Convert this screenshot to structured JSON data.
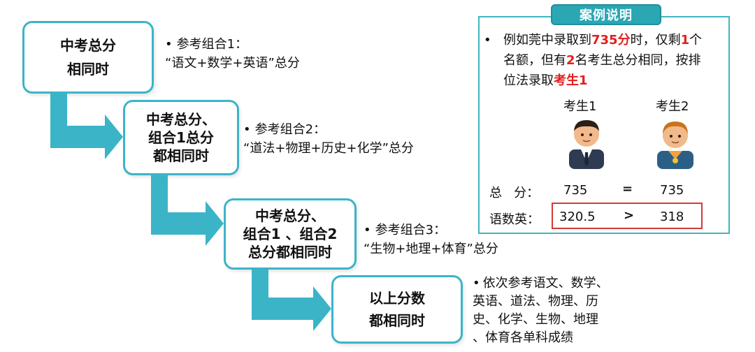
{
  "steps": [
    {
      "lines": [
        "中考总分",
        "相同时"
      ]
    },
    {
      "lines": [
        "中考总分、",
        "组合1总分",
        "都相同时"
      ]
    },
    {
      "lines": [
        "中考总分、",
        "组合1 、组合2",
        "总分都相同时"
      ]
    },
    {
      "lines": [
        "以上分数",
        "都相同时"
      ]
    }
  ],
  "notes": [
    {
      "bullet": "•",
      "title": "参考组合1：",
      "subjects": "“语文+数学+英语”总分"
    },
    {
      "bullet": "•",
      "title": "参考组合2：",
      "subjects": "“道法+物理+历史+化学”总分"
    },
    {
      "bullet": "•",
      "title": "参考组合3：",
      "subjects": "“生物+地理+体育”总分"
    }
  ],
  "final_note": {
    "bullet": "•",
    "lines": [
      "依次参考语文、数学、",
      "英语、道法、物理、历",
      "史、化学、生物、地理",
      "、体育各单科成绩"
    ]
  },
  "case": {
    "title": "案例说明",
    "bullet": "•",
    "line1_a": "例如莞中录取到",
    "line1_score": "735分",
    "line1_b": "时，仅剩",
    "line1_num": "1",
    "line1_c": "个",
    "line2_a": "名额，但有",
    "line2_num": "2",
    "line2_b": "名考生总分相同，按排",
    "line3_a": "位法录取",
    "line3_student": "考生1",
    "student1": "考生1",
    "student2": "考生2",
    "total_label": "总   分：",
    "total1": "735",
    "total_op": "=",
    "total2": "735",
    "combo_label": "语数英：",
    "combo1": "320.5",
    "combo_op": ">",
    "combo2": "318"
  },
  "colors": {
    "border": "#3bb4c8",
    "arrow": "#3bb4c8",
    "title_bg": "#2ba7b4",
    "highlight": "#e21e1e"
  }
}
